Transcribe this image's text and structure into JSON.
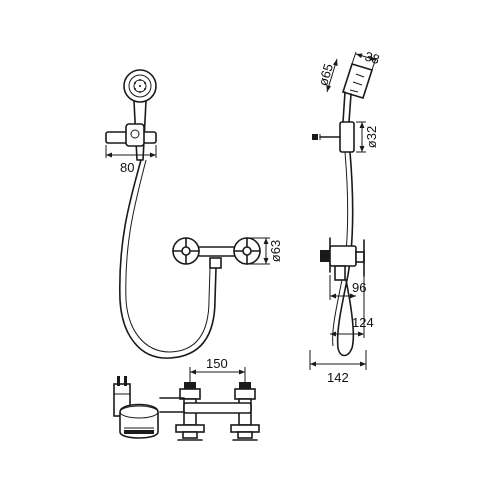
{
  "dimensions": {
    "handset_width": "80",
    "head_diameter": "ø65",
    "head_depth": "38",
    "holder_diameter": "ø32",
    "flange_diameter": "ø63",
    "depth_96": "96",
    "depth_124": "124",
    "depth_142": "142",
    "center_distance": "150"
  },
  "colors": {
    "stroke": "#1a1a1a",
    "background": "#ffffff"
  }
}
